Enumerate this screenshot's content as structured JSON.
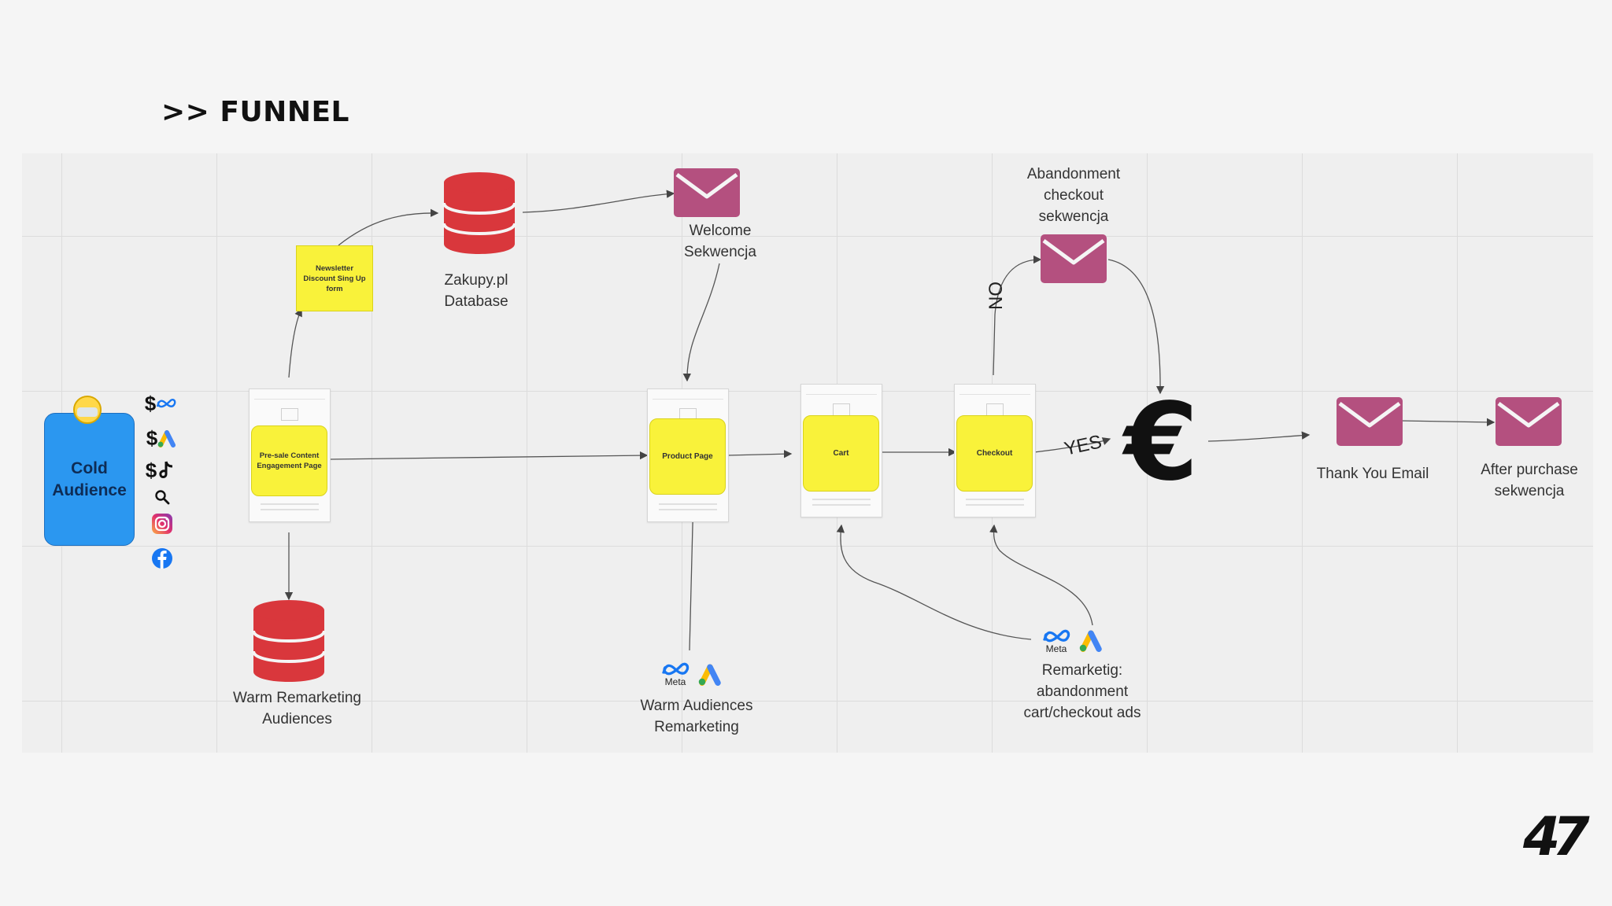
{
  "heading": ">> FUNNEL",
  "cold_audience": "Cold\nAudience",
  "newsletter_form": "Newsletter Discount Sing Up form",
  "database_label": "Zakupy.pl\nDatabase",
  "welcome_label": "Welcome\nSekwencja",
  "abandon_label": "Abandonment\ncheckout\nsekwencja",
  "presale_page": "Pre-sale Content Engagement Page",
  "product_page": "Product Page",
  "cart_page": "Cart",
  "checkout_page": "Checkout",
  "no_label": "NO",
  "yes_label": "YES",
  "euro_symbol": "€",
  "thank_you_label": "Thank You Email",
  "after_purchase_label": "After purchase\nsekwencja",
  "warm_remarketing_label": "Warm Remarketing\nAudiences",
  "warm_audiences_label": "Warm Audiences\nRemarketing",
  "remarketing_label": "Remarketig:\nabandonment\ncart/checkout ads",
  "meta_text": "Meta",
  "tiktok_text": "TikTok",
  "dollar": "$",
  "logo_text": "47",
  "colors": {
    "envelope": "#b4507f",
    "database": "#d9373c",
    "sticky": "#f9f23a",
    "cold_audience": "#2b97f0"
  }
}
